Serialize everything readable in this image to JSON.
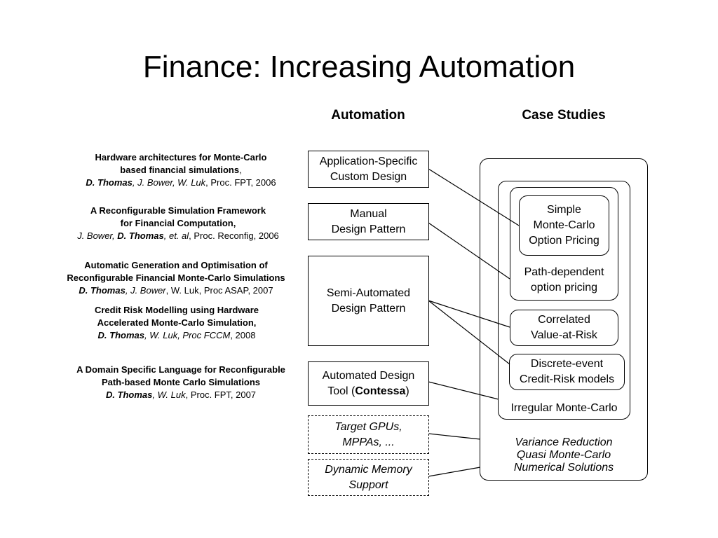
{
  "title": "Finance: Increasing Automation",
  "headers": {
    "automation": "Automation",
    "case_studies": "Case Studies"
  },
  "references": [
    {
      "title_lines": [
        "Hardware architectures for Monte-Carlo",
        "based financial simulations"
      ],
      "title_suffix": ",",
      "authors": [
        {
          "text": "D. Thomas",
          "style": "bi"
        },
        {
          "text": ", J.  Bower, W. Luk",
          "style": "i"
        },
        {
          "text": ", Proc. FPT, 2006",
          "style": "n"
        }
      ]
    },
    {
      "title_lines": [
        "A Reconfigurable Simulation Framework",
        "for Financial Computation,"
      ],
      "title_suffix": "",
      "authors": [
        {
          "text": "J. Bower, ",
          "style": "i"
        },
        {
          "text": "D. Thomas",
          "style": "bi"
        },
        {
          "text": ", et. al",
          "style": "i"
        },
        {
          "text": ", Proc. Reconfig, 2006",
          "style": "n"
        }
      ]
    },
    {
      "title_lines": [
        "Automatic Generation and Optimisation of",
        "Reconfigurable Financial Monte-Carlo Simulations"
      ],
      "title_suffix": "",
      "authors": [
        {
          "text": "D. Thomas",
          "style": "bi"
        },
        {
          "text": ", J. Bower",
          "style": "i"
        },
        {
          "text": ", W. Luk, Proc ASAP, 2007",
          "style": "n"
        }
      ]
    },
    {
      "title_lines": [
        "Credit Risk Modelling using Hardware",
        "Accelerated Monte-Carlo Simulation,"
      ],
      "title_suffix": "",
      "authors": [
        {
          "text": "D. Thomas",
          "style": "bi"
        },
        {
          "text": ", W. Luk, Proc FCCM",
          "style": "i"
        },
        {
          "text": ", 2008",
          "style": "n"
        }
      ]
    },
    {
      "title_lines": [
        "A Domain Specific Language for Reconfigurable",
        "Path-based Monte Carlo Simulations"
      ],
      "title_suffix": "",
      "authors": [
        {
          "text": "D. Thomas",
          "style": "bi"
        },
        {
          "text": ", W. Luk",
          "style": "i"
        },
        {
          "text": ", Proc. FPT, 2007",
          "style": "n"
        }
      ]
    }
  ],
  "automation_boxes": [
    {
      "lines": [
        "Application-Specific",
        "Custom Design"
      ]
    },
    {
      "lines": [
        "Manual",
        "Design Pattern"
      ]
    },
    {
      "lines": [
        "Semi-Automated",
        "Design Pattern"
      ]
    },
    {
      "lines": [
        "Automated Design",
        "Tool (",
        "Contessa",
        ")"
      ]
    },
    {
      "lines": [
        "Target GPUs,",
        "MPPAs, ..."
      ]
    },
    {
      "lines": [
        "Dynamic Memory",
        "Support"
      ]
    }
  ],
  "case_studies": {
    "simple_mc": [
      "Simple",
      "Monte-Carlo",
      "Option Pricing"
    ],
    "path_dependent": [
      "Path-dependent",
      "option pricing"
    ],
    "correlated_var": [
      "Correlated",
      "Value-at-Risk"
    ],
    "discrete_event": [
      "Discrete-event",
      "Credit-Risk models"
    ],
    "irregular_mc": "Irregular Monte-Carlo",
    "outer_labels": [
      "Variance Reduction",
      "Quasi Monte-Carlo",
      "Numerical Solutions"
    ]
  }
}
